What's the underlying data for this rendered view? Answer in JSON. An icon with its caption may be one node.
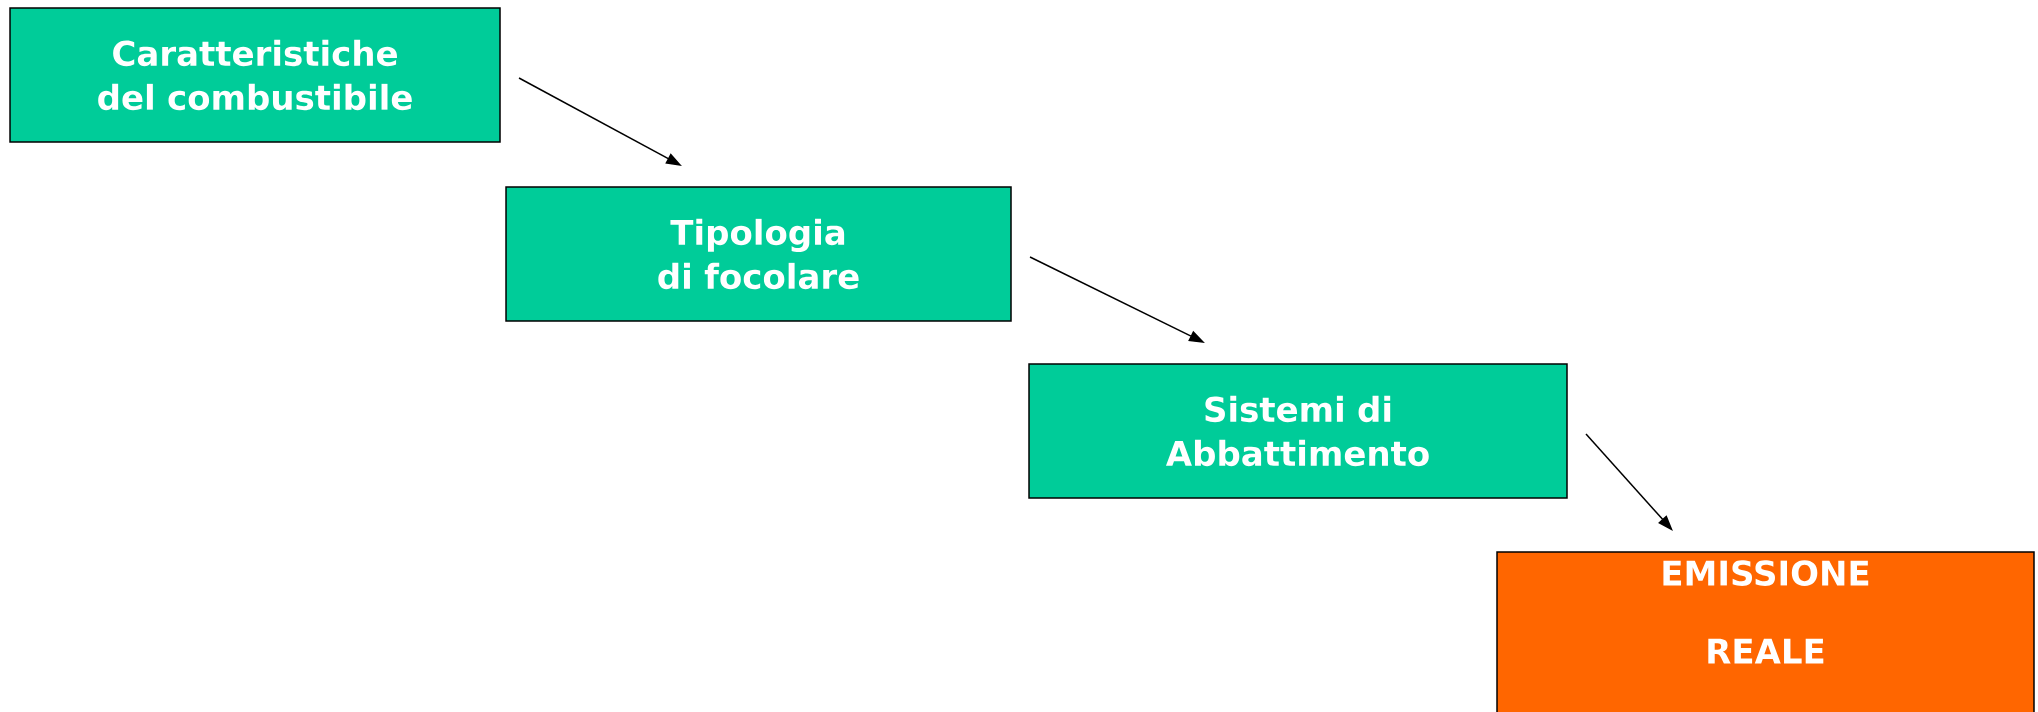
{
  "diagram": {
    "nodes": [
      {
        "text": [
          "Caratteristiche del combustibile"
        ]
      },
      {
        "text": [
          "Tipologia di focolare"
        ]
      },
      {
        "text": [
          "Sistemi di Abbattimento"
        ]
      },
      {
        "text": [
          "EMISSIONE REALE"
        ]
      }
    ],
    "edges": [
      {
        "from": 0,
        "to": 1,
        "arrow": "to"
      },
      {
        "from": 1,
        "to": 2,
        "arrow": "to"
      },
      {
        "from": 2,
        "to": 3,
        "arrow": "to"
      }
    ]
  }
}
